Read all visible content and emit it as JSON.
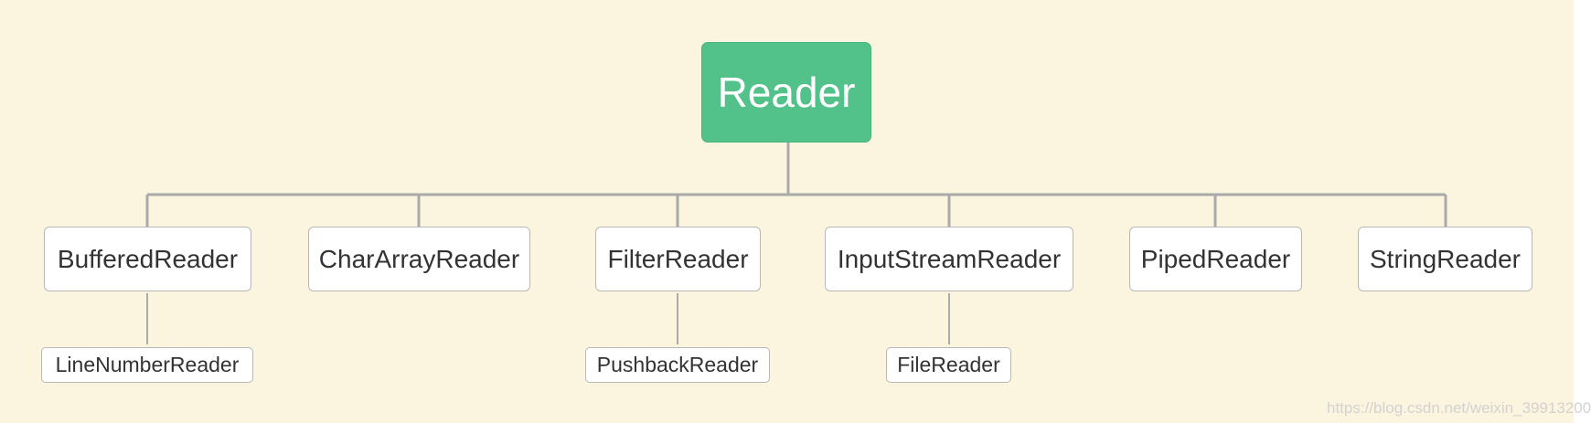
{
  "diagram": {
    "root": {
      "label": "Reader"
    },
    "children": [
      {
        "label": "BufferedReader"
      },
      {
        "label": "CharArrayReader"
      },
      {
        "label": "FilterReader"
      },
      {
        "label": "InputStreamReader"
      },
      {
        "label": "PipedReader"
      },
      {
        "label": "StringReader"
      }
    ],
    "grandchildren": [
      {
        "label": "LineNumberReader",
        "parent": "BufferedReader"
      },
      {
        "label": "PushbackReader",
        "parent": "FilterReader"
      },
      {
        "label": "FileReader",
        "parent": "InputStreamReader"
      }
    ]
  },
  "watermark": {
    "text": "https://blog.csdn.net/weixin_39913200"
  },
  "colors": {
    "background": "#fbf4de",
    "root_fill": "#52c28a",
    "node_fill": "#ffffff",
    "node_border": "#b8b8b8",
    "connector": "#aaaaaa",
    "text": "#333333"
  }
}
